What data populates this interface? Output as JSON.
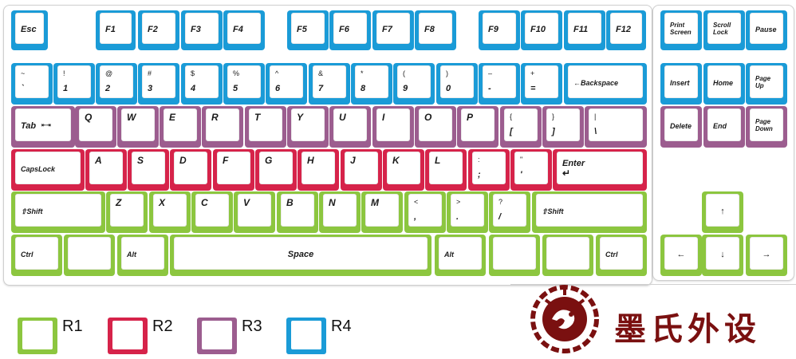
{
  "colors": {
    "R1": "#8cc63f",
    "R2": "#d6234a",
    "R3": "#9c5d8f",
    "R4": "#1a9bd7"
  },
  "keys": {
    "esc": "Esc",
    "f1": "F1",
    "f2": "F2",
    "f3": "F3",
    "f4": "F4",
    "f5": "F5",
    "f6": "F6",
    "f7": "F7",
    "f8": "F8",
    "f9": "F9",
    "f10": "F10",
    "f11": "F11",
    "f12": "F12",
    "prtsc": "Print\nScreen",
    "scroll": "Scroll\nLock",
    "pause": "Pause",
    "tilde_top": "~",
    "tilde_bot": "`",
    "n1_top": "!",
    "n1_bot": "1",
    "n2_top": "@",
    "n2_bot": "2",
    "n3_top": "#",
    "n3_bot": "3",
    "n4_top": "$",
    "n4_bot": "4",
    "n5_top": "%",
    "n5_bot": "5",
    "n6_top": "^",
    "n6_bot": "6",
    "n7_top": "&",
    "n7_bot": "7",
    "n8_top": "*",
    "n8_bot": "8",
    "n9_top": "(",
    "n9_bot": "9",
    "n0_top": ")",
    "n0_bot": "0",
    "minus_top": "–",
    "minus_bot": "-",
    "plus_top": "+",
    "plus_bot": "=",
    "backspace": "←Backspace",
    "insert": "Insert",
    "home": "Home",
    "pgup": "Page\nUp",
    "tab": "Tab",
    "tab_icon": "⇤⇥",
    "q": "Q",
    "w": "W",
    "e": "E",
    "r": "R",
    "t": "T",
    "y": "Y",
    "u": "U",
    "i": "I",
    "o": "O",
    "p": "P",
    "lbr_top": "{",
    "lbr_bot": "[",
    "rbr_top": "}",
    "rbr_bot": "]",
    "pipe_top": "|",
    "pipe_bot": "\\",
    "delete": "Delete",
    "end": "End",
    "pgdn": "Page\nDown",
    "caps": "CapsLock",
    "a": "A",
    "s": "S",
    "d": "D",
    "f": "F",
    "g": "G",
    "h": "H",
    "j": "J",
    "k": "K",
    "l": "L",
    "semi_top": ":",
    "semi_bot": ";",
    "quote_top": "\"",
    "quote_bot": "'",
    "enter": "Enter",
    "enter_icon": "↵",
    "lshift": "⇧Shift",
    "z": "Z",
    "x": "X",
    "c": "C",
    "v": "V",
    "b": "B",
    "n": "N",
    "m": "M",
    "comma_top": "<",
    "comma_bot": ",",
    "dot_top": ">",
    "dot_bot": ".",
    "slash_top": "?",
    "slash_bot": "/",
    "rshift": "⇧Shift",
    "up": "↑",
    "left": "←",
    "down": "↓",
    "right": "→",
    "lctrl": "Ctrl",
    "lalt": "Alt",
    "space": "Space",
    "ralt": "Alt",
    "rctrl": "Ctrl"
  },
  "legend": [
    {
      "label": "R1",
      "color": "#8cc63f"
    },
    {
      "label": "R2",
      "color": "#d6234a"
    },
    {
      "label": "R3",
      "color": "#9c5d8f"
    },
    {
      "label": "R4",
      "color": "#1a9bd7"
    }
  ],
  "brand": {
    "text": "墨氏外设"
  }
}
